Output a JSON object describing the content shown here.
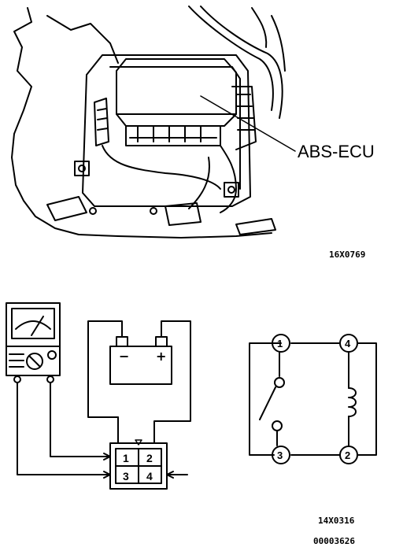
{
  "location_view": {
    "callout_label": "ABS-ECU",
    "figure_code": "16X0769"
  },
  "test_circuit": {
    "battery": {
      "negative_sign": "−",
      "positive_sign": "+"
    },
    "connector_pins": [
      "1",
      "2",
      "3",
      "4"
    ]
  },
  "relay_schematic": {
    "terminals": [
      "1",
      "4",
      "3",
      "2"
    ]
  },
  "figure_code_bottom": "14X0316",
  "document_number": "00003626"
}
